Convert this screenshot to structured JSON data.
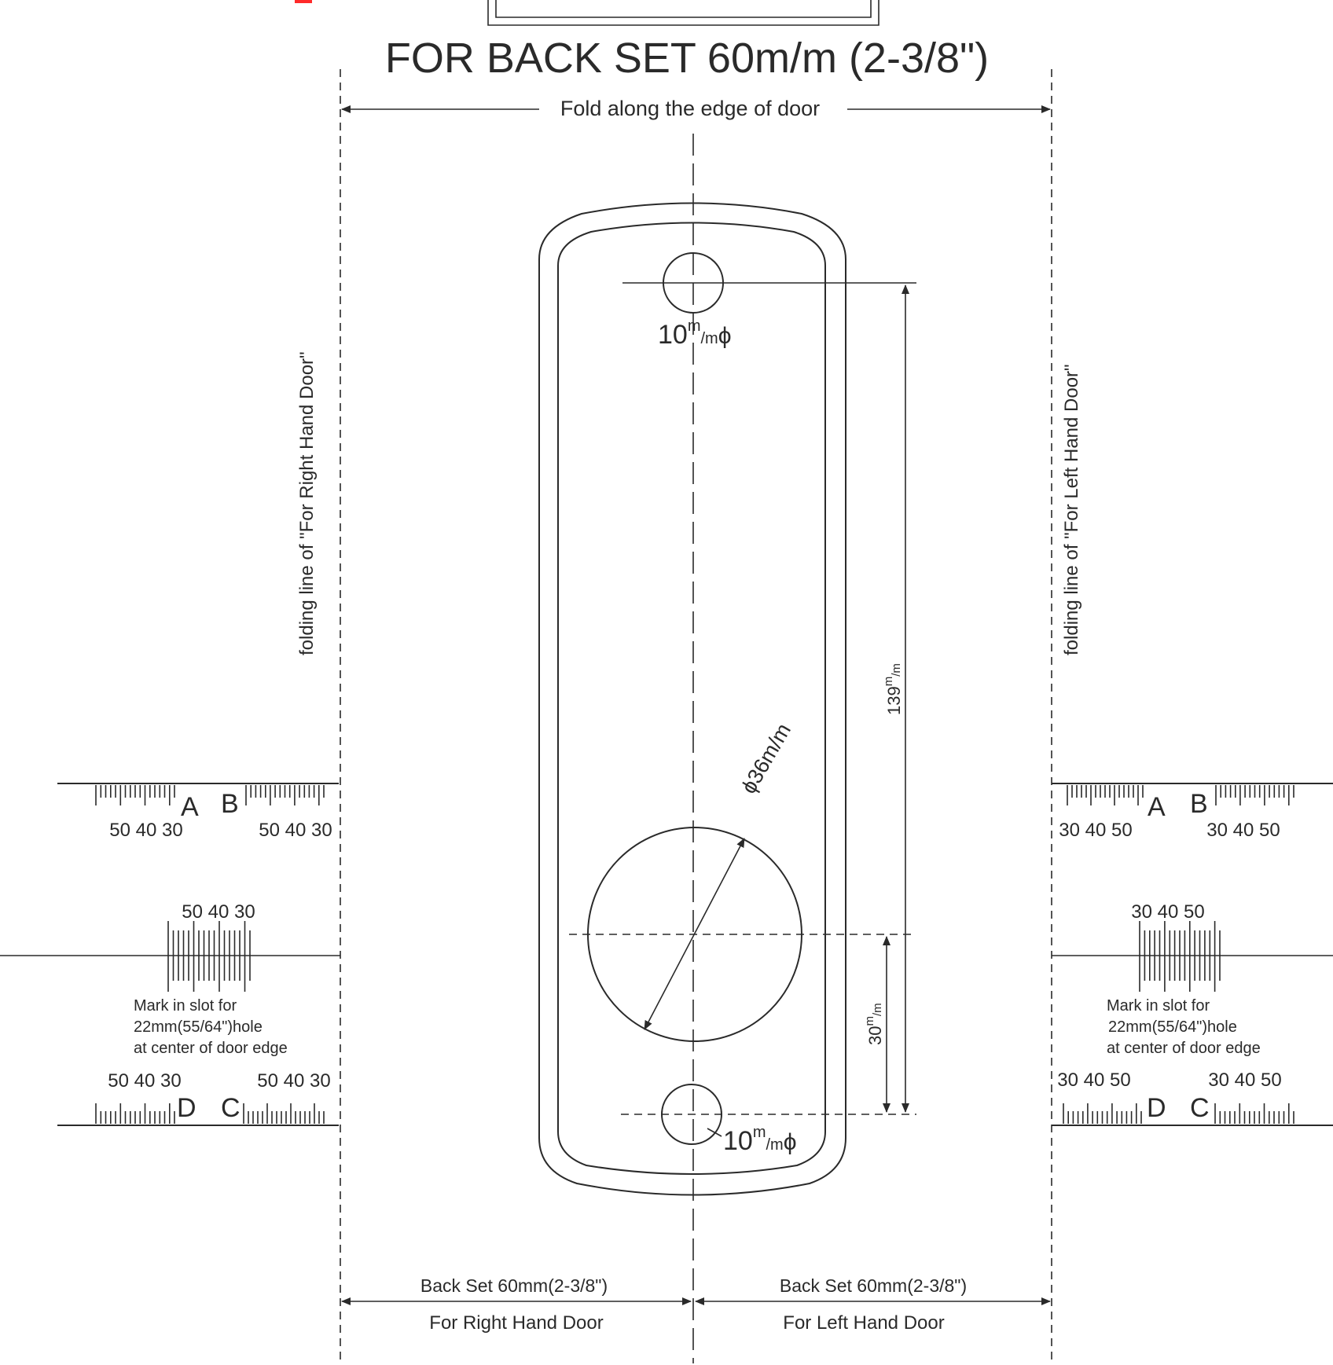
{
  "colors": {
    "line": "#2a2a2a",
    "accent": "#ff2a2a"
  },
  "title": "FOR BACK SET 60m/m (2-3/8\")",
  "fold_instruction": "Fold along the edge of door",
  "left_fold_label": "folding line of \"For Right Hand Door\"",
  "right_fold_label": "folding line of \"For Left Hand Door\"",
  "hole_top": {
    "num": "10",
    "sup": "m",
    "unit": "/m",
    "phi": "ϕ"
  },
  "hole_bottom": {
    "num": "10",
    "sup": "m",
    "unit": "/m",
    "phi": "ϕ"
  },
  "big_hole": {
    "phi": "ϕ",
    "num": "36",
    "unit": "m/m"
  },
  "dim_139": {
    "num": "139",
    "sup": "m",
    "unit": "/m"
  },
  "dim_30": {
    "num": "30",
    "sup": "m",
    "unit": "/m"
  },
  "left_gauge": {
    "letter_a": "A",
    "letter_b": "B",
    "letter_c": "C",
    "letter_d": "D",
    "scale_a": "50 40 30",
    "scale_b": "50 40 30",
    "scale_mid": "50 40 30",
    "scale_d": "50 40 30",
    "scale_c": "50 40 30",
    "mark_line1": "Mark in slot for",
    "mark_line2": "22mm(55/64\")hole",
    "mark_line3": "at center of door edge"
  },
  "right_gauge": {
    "letter_a": "A",
    "letter_b": "B",
    "letter_c": "C",
    "letter_d": "D",
    "scale_a": "30 40 50",
    "scale_b": "30 40 50",
    "scale_mid": "30 40 50",
    "scale_d": "30 40 50",
    "scale_c": "30 40 50",
    "mark_line1": "Mark in slot for",
    "mark_line2": "22mm(55/64\")hole",
    "mark_line3": "at center of door edge"
  },
  "backset_left": {
    "top": "Back Set 60mm(2-3/8\")",
    "bottom": "For Right Hand Door"
  },
  "backset_right": {
    "top": "Back Set 60mm(2-3/8\")",
    "bottom": "For Left Hand Door"
  }
}
